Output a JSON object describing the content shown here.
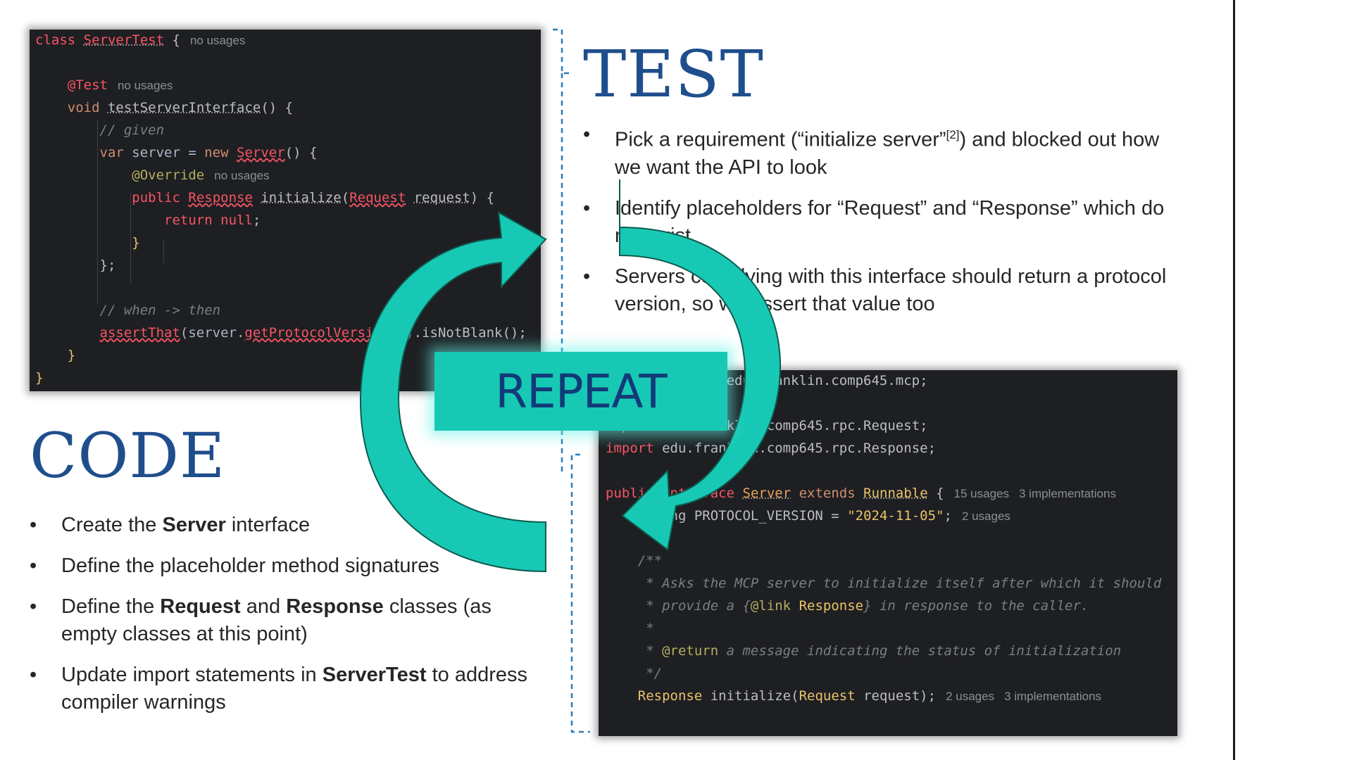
{
  "colors": {
    "accent": "#17c9b5",
    "heading": "#1f4e8c",
    "code_bg": "#1e1f22"
  },
  "test_section": {
    "title": "TEST",
    "bullets": [
      {
        "pre": "Pick a requirement (“initialize server”",
        "sup": "[2]",
        "post": ") and blocked out how we want the API to look"
      },
      {
        "text": "Identify placeholders for “Request” and “Response” which do not exist"
      },
      {
        "text": "Servers complying with this interface should return a protocol version, so we assert that value too"
      }
    ]
  },
  "code_section": {
    "title": "CODE",
    "bullets": [
      {
        "a": "Create the ",
        "b1": "Server",
        "c": " interface",
        "b2": "",
        "d": ""
      },
      {
        "a": "Define the placeholder method signatures",
        "b1": "",
        "c": "",
        "b2": "",
        "d": ""
      },
      {
        "a": "Define the ",
        "b1": "Request",
        "c": " and ",
        "b2": "Response",
        "d": " classes (as empty classes at this point)"
      },
      {
        "a": "Update import statements in ",
        "b1": "ServerTest",
        "c": " to address compiler warnings",
        "b2": "",
        "d": ""
      }
    ]
  },
  "center_label": "REPEAT",
  "test_code": {
    "class_kw": "class",
    "class_name": "ServerTest",
    "brace": " {",
    "hint_no_usages": "no usages",
    "test_ann": "@Test",
    "void_kw": "void",
    "method_name": "testServerInterface",
    "method_tail": "() {",
    "comment_given": "// given",
    "var_kw": "var",
    "var_rest": " server = ",
    "new_kw": "new",
    "server_cls": "Server",
    "new_tail": "() {",
    "override": "@Override",
    "public_kw": "public",
    "response_cls": "Response",
    "init_name": "initialize",
    "paren": "(",
    "request_cls": "Request",
    "request_param": "request",
    "init_tail": ") {",
    "return_kw": "return",
    "null_kw": "null",
    ";": ";",
    "close1": "}",
    "close2": "};",
    "comment_when": "// when -> then",
    "assert_fn": "assertThat",
    "assert_mid": "(server.",
    "get_fn": "getProtocolVersion",
    "assert_tail": "()).isNotBlank();",
    "close3": "}",
    "close4": "}"
  },
  "impl_code": {
    "l1": "package edu.franklin.comp645.mcp;",
    "import_kw": "import",
    "l2": " edu.franklin.comp645.rpc.Request;",
    "l3": " edu.franklin.comp645.rpc.Response;",
    "public_kw": "public",
    "interface_kw": "interface",
    "server_name": "Server",
    "extends_kw": "extends",
    "runnable": "Runnable",
    "brace": " {",
    "hint_15": "15 usages",
    "hint_impl": "3 implementations",
    "const_pre": "String PROTOCOL_VERSION = ",
    "const_val": "\"2024-11-05\"",
    ";": ";",
    "hint_2": "2 usages",
    "doc_open": "/**",
    "doc1": " * Asks the MCP server to initialize itself after which it should",
    "doc2a": " * provide a {",
    "doc2link": "@link",
    "doc2b": " Response",
    "doc2c": "} in response to the caller.",
    "doc3": " *",
    "doc4a": " * ",
    "doc4tag": "@return",
    "doc4b": " a message indicating the status of initialization",
    "doc_close": " */",
    "sig_type": "Response",
    "sig_name": " initialize",
    "sig_paren": "(",
    "sig_req": "Request",
    "sig_param": " request",
    ");": ");",
    "hint_2b": "2 usages",
    "hint_impl2": "3 implementations"
  }
}
